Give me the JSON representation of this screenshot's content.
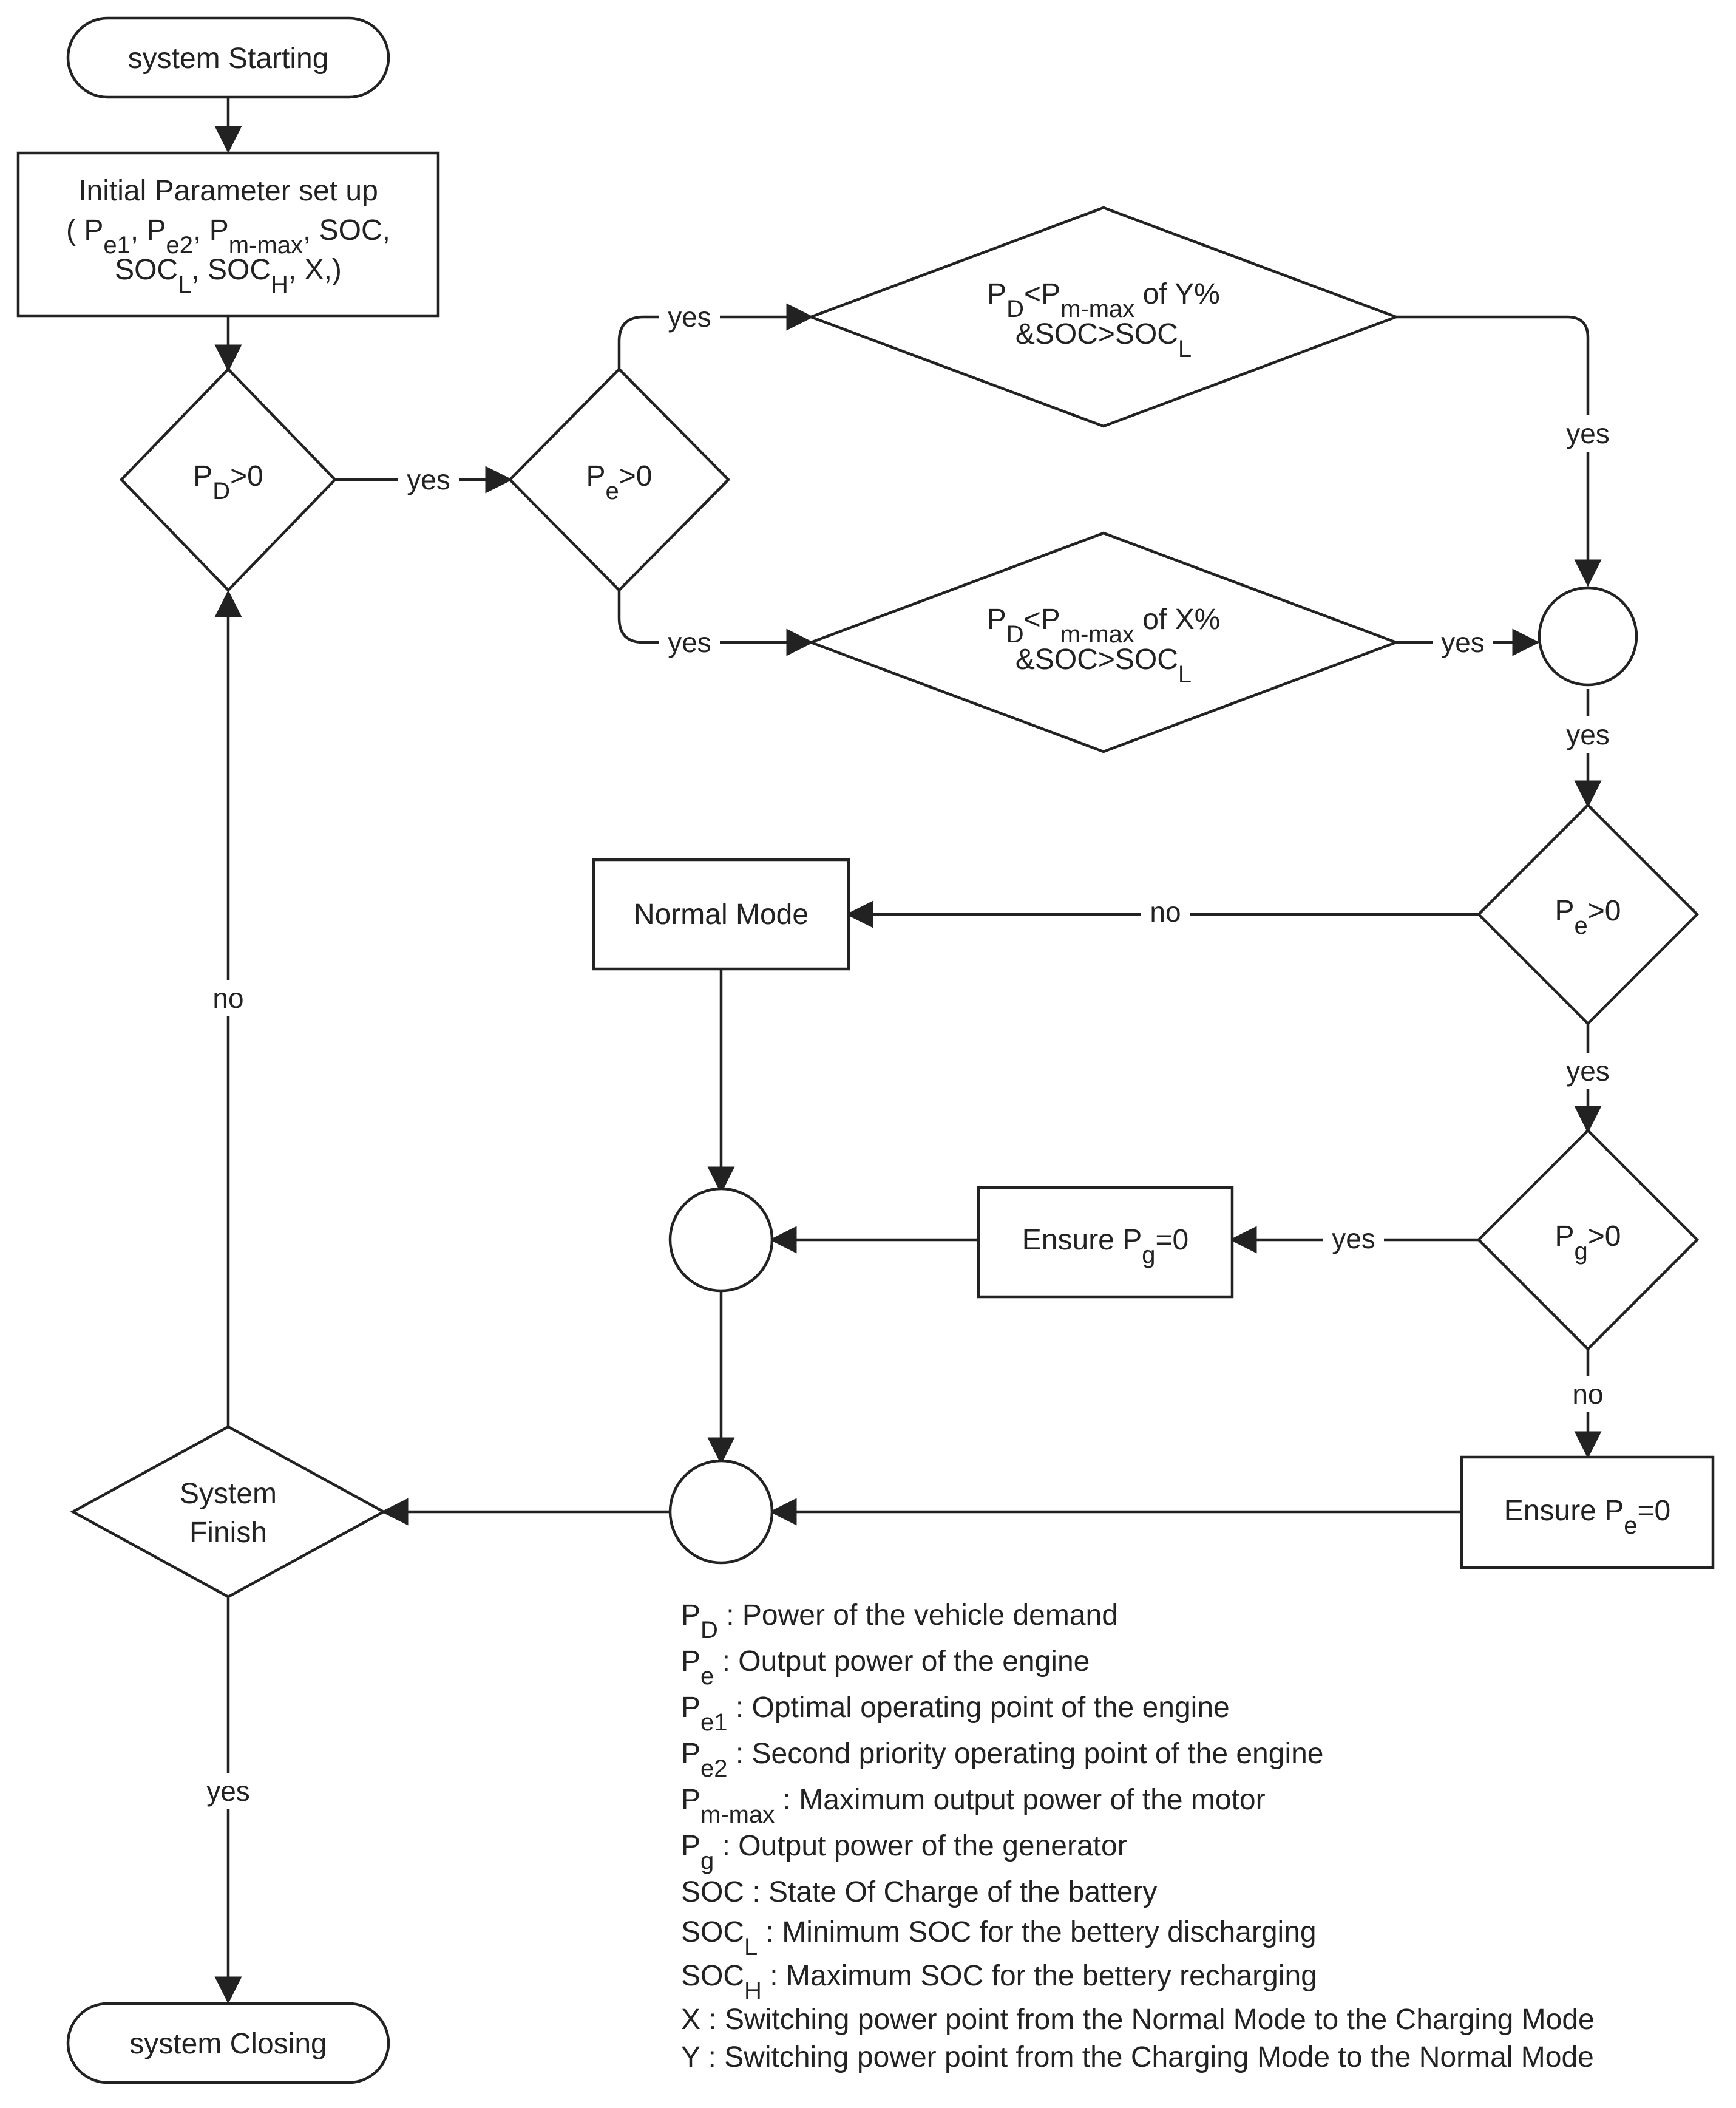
{
  "nodes": {
    "start": "system Starting",
    "init_line1": "Initial Parameter set up",
    "init_line2_pre": "( P",
    "init_pe1_sub": "e1",
    "init_sep_a": ", P",
    "init_pe2_sub": "e2",
    "init_sep_b": ", P",
    "init_pm_sub": "m-max",
    "init_tail": ", SOC,",
    "init_line3_pre": "SOC",
    "init_socl_sub": "L",
    "init_sep_c": ", SOC",
    "init_soch_sub": "H",
    "init_line3_tail": ", X,)",
    "pd_p": "P",
    "pd_sub": "D",
    "pd_tail": ">0",
    "pe_p": "P",
    "pe_sub": "e",
    "pe_tail": ">0",
    "cy_p": "P",
    "cy_sub": "D",
    "cy_mid": "<P",
    "cy_sub2": "m-max",
    "cy_tail": " of Y%",
    "cy_line2": "&SOC>SOC",
    "cy_sub3": "L",
    "cx_p": "P",
    "cx_sub": "D",
    "cx_mid": "<P",
    "cx_sub2": "m-max",
    "cx_tail": " of X%",
    "cx_line2": "&SOC>SOC",
    "cx_sub3": "L",
    "pe2_p": "P",
    "pe2_sub": "e",
    "pe2_tail": ">0",
    "normal": "Normal Mode",
    "pg_p": "P",
    "pg_sub": "g",
    "pg_tail": ">0",
    "epg_pre": "Ensure P",
    "epg_sub": "g",
    "epg_tail": "=0",
    "epe_pre": "Ensure P",
    "epe_sub": "e",
    "epe_tail": "=0",
    "finish_line1": "System",
    "finish_line2": "Finish",
    "end": "system Closing"
  },
  "edge_labels": {
    "pd_yes": "yes",
    "pe_yes_top": "yes",
    "pe_yes_bottom": "yes",
    "cy_yes": "yes",
    "cx_yes": "yes",
    "merge_yes": "yes",
    "pe2_no": "no",
    "pe2_yes": "yes",
    "pg_yes": "yes",
    "pg_no": "no",
    "loop_no": "no",
    "finish_yes": "yes"
  },
  "legend": [
    {
      "sym": "P",
      "sub": "D",
      "text": " : Power of the vehicle demand"
    },
    {
      "sym": "P",
      "sub": "e",
      "text": " : Output power of the engine"
    },
    {
      "sym": "P",
      "sub": "e1",
      "text": " : Optimal operating point of the engine"
    },
    {
      "sym": "P",
      "sub": "e2",
      "text": " : Second priority operating point of the engine"
    },
    {
      "sym": "P",
      "sub": "m-max",
      "text": " : Maximum output power of the motor"
    },
    {
      "sym": "P",
      "sub": "g",
      "text": " : Output power of the generator"
    },
    {
      "sym": "SOC",
      "sub": "",
      "text": " : State Of Charge of the battery"
    },
    {
      "sym": "SOC",
      "sub": "L",
      "text": " : Minimum SOC for the bettery discharging"
    },
    {
      "sym": "SOC",
      "sub": "H",
      "text": " : Maximum SOC for the bettery recharging"
    },
    {
      "sym": "X",
      "sub": "",
      "text": " : Switching power point from the Normal Mode to the Charging Mode"
    },
    {
      "sym": "Y",
      "sub": "",
      "text": " : Switching power point from the Charging Mode to the Normal Mode"
    }
  ]
}
